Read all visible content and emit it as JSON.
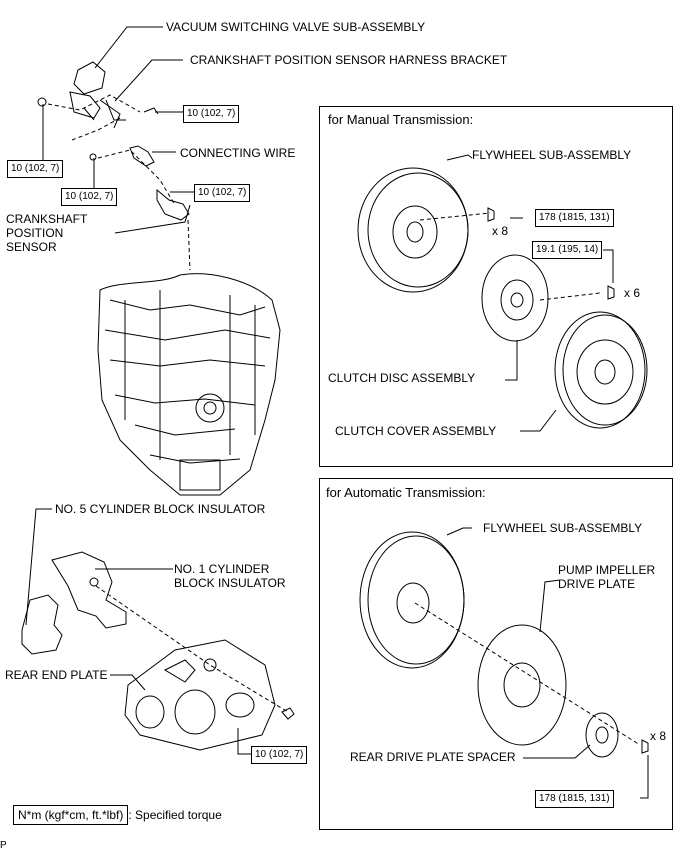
{
  "labels": {
    "vsv": "VACUUM SWITCHING VALVE SUB-ASSEMBLY",
    "bracket": "CRANKSHAFT POSITION SENSOR HARNESS BRACKET",
    "connecting_wire": "CONNECTING WIRE",
    "cps_line1": "CRANKSHAFT",
    "cps_line2": "POSITION",
    "cps_line3": "SENSOR",
    "no5": "NO. 5 CYLINDER BLOCK INSULATOR",
    "no1_line1": "NO. 1 CYLINDER",
    "no1_line2": "BLOCK INSULATOR",
    "rear_end_plate": "REAR END PLATE",
    "corner": "P"
  },
  "torques": {
    "t1": "10 (102, 7)",
    "t2": "10 (102, 7)",
    "t3": "10 (102, 7)",
    "t4": "10 (102, 7)",
    "t5": "10 (102, 7)"
  },
  "manual": {
    "title": "for Manual Transmission:",
    "flywheel": "FLYWHEEL SUB-ASSEMBLY",
    "flywheel_torque": "178 (1815, 131)",
    "flywheel_qty": "x 8",
    "cover_torque": "19.1 (195, 14)",
    "cover_qty": "x 6",
    "disc": "CLUTCH DISC ASSEMBLY",
    "cover": "CLUTCH COVER ASSEMBLY"
  },
  "automatic": {
    "title": "for Automatic Transmission:",
    "flywheel": "FLYWHEEL SUB-ASSEMBLY",
    "pump_line1": "PUMP IMPELLER",
    "pump_line2": "DRIVE PLATE",
    "spacer": "REAR DRIVE PLATE SPACER",
    "torque": "178 (1815, 131)",
    "qty": "x 8"
  },
  "legend": {
    "unit": "N*m (kgf*cm, ft.*lbf)",
    "text": ": Specified torque"
  }
}
